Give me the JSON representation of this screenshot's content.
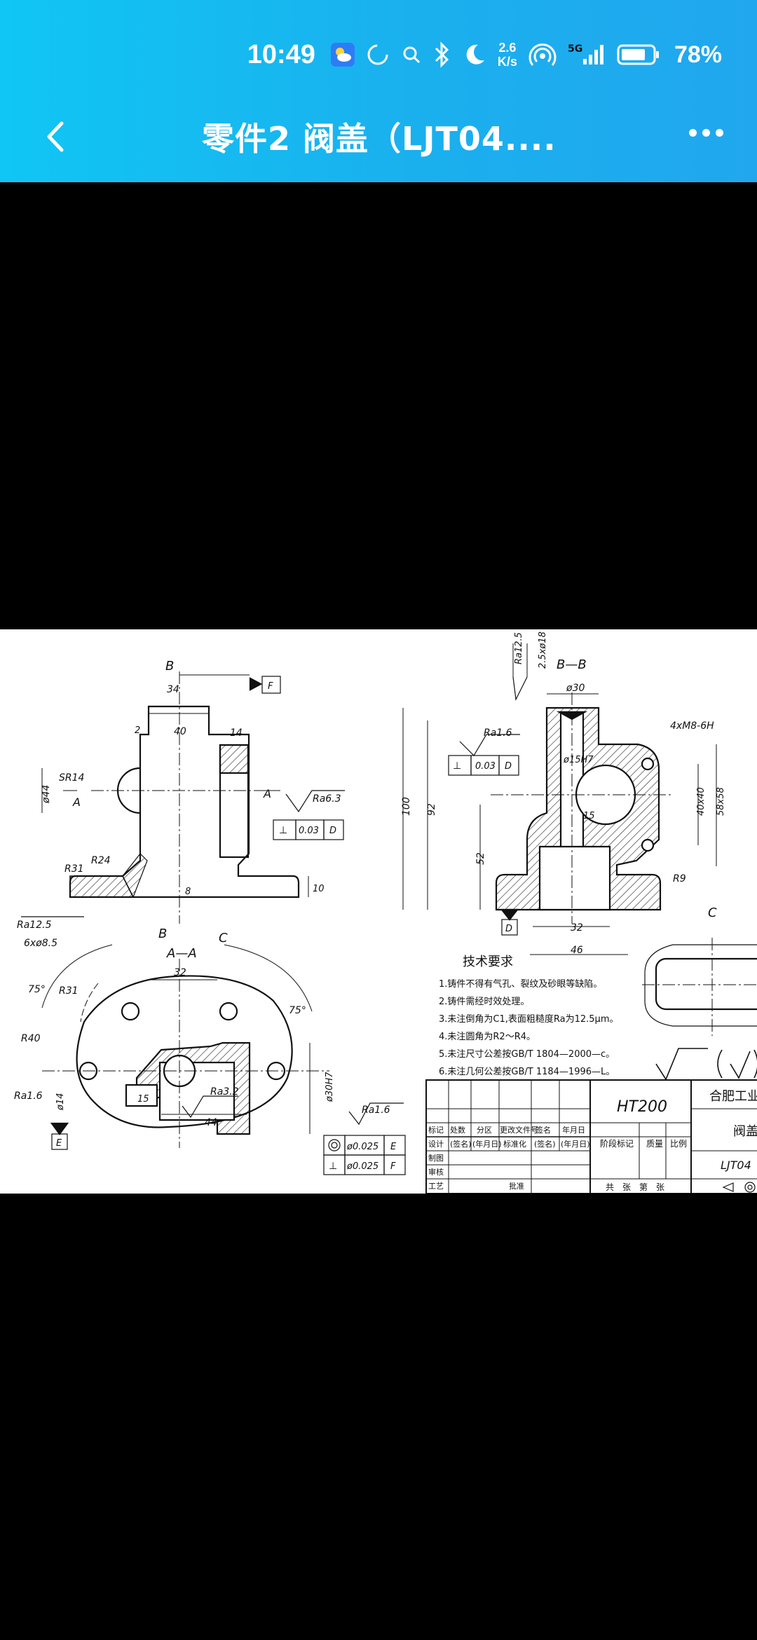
{
  "status_bar": {
    "time": "10:49",
    "net_speed_value": "2.6",
    "net_speed_unit": "K/s",
    "signal_label": "5G",
    "battery_percent": "78%",
    "battery_level": 0.78
  },
  "app_bar": {
    "title": "零件2 阀盖（LJT04...."
  },
  "drawing": {
    "labels": {
      "section_bb": "B—B",
      "section_aa": "A—A",
      "view_c": "C",
      "tech_title": "技术要求",
      "material": "HT200",
      "company": "合肥工业",
      "part_name": "阀盖",
      "drawing_no": "LJT04"
    },
    "dims": {
      "d34": "34",
      "d40": "40",
      "d14": "14",
      "d2": "2",
      "sr14": "SR14",
      "phi44": "ø44",
      "r31": "R31",
      "r24": "R24",
      "d8": "8",
      "d10": "10",
      "ra125": "Ra12.5",
      "holes6": "6xø8.5",
      "ra63": "Ra6.3",
      "tol003": "0.03",
      "datum_d": "D",
      "datum_f": "F",
      "datum_e": "E",
      "phi30": "ø30",
      "phi15h7": "ø15H7",
      "ra16": "Ra1.6",
      "thread": "4xM8-6H",
      "d100": "100",
      "d92": "92",
      "d52": "52",
      "d15": "15",
      "d32": "32",
      "d46": "46",
      "d40x40": "40x40",
      "d58x58": "58x58",
      "r9": "R9",
      "ra125b": "Ra12.5",
      "c25": "2.5xø18",
      "a75": "75°",
      "r40": "R40",
      "ra32": "Ra3.2",
      "d44": "44",
      "phi14": "ø14",
      "phi30h7": "ø30H7",
      "tol0025": "ø0.025",
      "letter_a": "A",
      "letter_b": "B",
      "letter_c": "C"
    },
    "tech_requirements": [
      "1.铸件不得有气孔、裂纹及砂眼等缺陷。",
      "2.铸件需经时效处理。",
      "3.未注倒角为C1,表面粗糙度Ra为12.5μm。",
      "4.未注圆角为R2～R4。",
      "5.未注尺寸公差按GB/T 1804—2000—c。",
      "6.未注几何公差按GB/T 1184—1996—L。"
    ],
    "title_block": {
      "row_labels": [
        "标记",
        "处数",
        "分区",
        "更改文件号",
        "签名",
        "年月日"
      ],
      "row2": [
        "设计",
        "(签名)",
        "(年月日)",
        "标准化",
        "(签名)",
        "(年月日)"
      ],
      "row3": [
        "制图"
      ],
      "row4": [
        "审核"
      ],
      "row5": [
        "工艺",
        "批准"
      ],
      "stage": "阶段标记",
      "weight": "质量",
      "scale": "比例",
      "sheets": "共　张　第　张"
    }
  }
}
